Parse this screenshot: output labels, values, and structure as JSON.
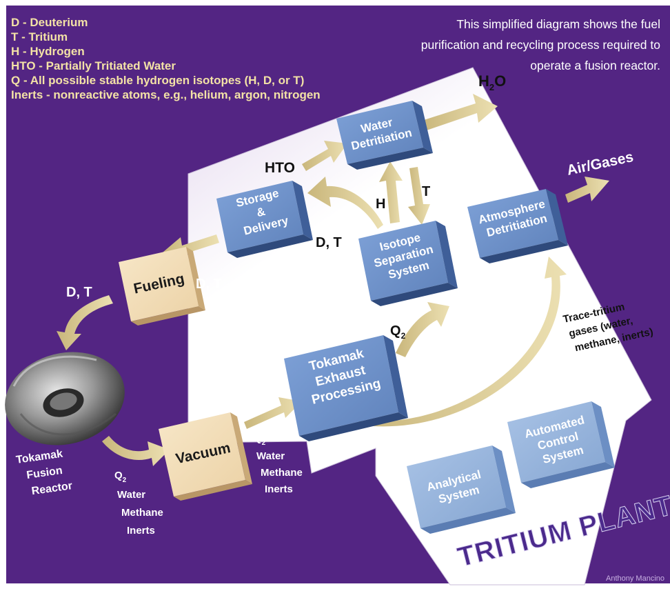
{
  "legend": [
    "D - Deuterium",
    "T - Tritium",
    "H - Hydrogen",
    "HTO - Partially Tritiated Water",
    "Q - All possible stable hydrogen isotopes (H, D, or T)",
    "Inerts - nonreactive atoms, e.g., helium, argon, nitrogen"
  ],
  "intro": [
    "This simplified diagram shows the fuel",
    "purification and recycling process required to",
    "operate a fusion reactor."
  ],
  "boxes": {
    "water_detritiation": [
      "Water",
      "Detritiation"
    ],
    "storage_delivery": [
      "Storage",
      "&",
      "Delivery"
    ],
    "isotope_separation": [
      "Isotope",
      "Separation",
      "System"
    ],
    "atmosphere_detritiation": [
      "Atmosphere",
      "Detritiation"
    ],
    "tokamak_exhaust": [
      "Tokamak",
      "Exhaust",
      "Processing"
    ],
    "analytical": [
      "Analytical",
      "System"
    ],
    "automated_control": [
      "Automated",
      "Control",
      "System"
    ],
    "fueling": "Fueling",
    "vacuum": "Vacuum"
  },
  "flows": {
    "h2o_main": "H",
    "h2o_sub": "2",
    "h2o_tail": "O",
    "air_gases": "Air/Gases",
    "hto": "HTO",
    "h": "H",
    "t": "T",
    "dt_storage": "D, T",
    "dt_fueling": "D, T",
    "dt_reactor": "D, T",
    "q2_main": "Q",
    "q2_sub": "2",
    "trace": [
      "Trace-tritium",
      "gases (water,",
      "methane, inerts)"
    ],
    "exhaust_list": [
      "Q",
      "Water",
      "Methane",
      "Inerts"
    ],
    "exhaust_sub": "2",
    "vacuum_list": [
      "Q",
      "Water",
      "Methane",
      "Inerts"
    ],
    "vacuum_sub": "2",
    "reactor_label": [
      "Tokamak",
      "Fusion",
      "Reactor"
    ]
  },
  "plant_title": "TRITIUM PLANT",
  "credit": "Anthony Mancino",
  "colors": {
    "background": "#532583",
    "box_blue": "#6f92c8",
    "box_peach": "#f1ddb8",
    "arrow": "#d8c690",
    "legend_text": "#f3e2a6",
    "plant_title": "#4b2a8c"
  }
}
